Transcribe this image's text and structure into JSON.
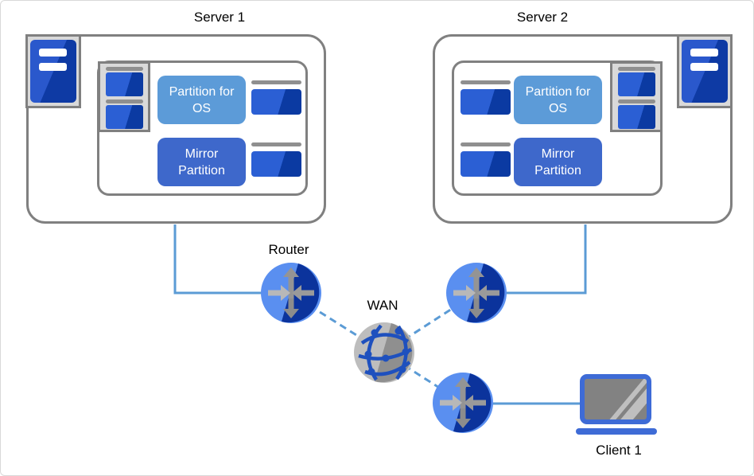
{
  "diagram": {
    "server1": {
      "title": "Server 1",
      "os_partition": "Partition for OS",
      "mirror_partition": "Mirror Partition"
    },
    "server2": {
      "title": "Server 2",
      "os_partition": "Partition for OS",
      "mirror_partition": "Mirror Partition"
    },
    "router_label": "Router",
    "wan_label": "WAN",
    "client_label": "Client 1",
    "colors": {
      "connector": "#5B9BD5",
      "box_border": "#808080",
      "tray_fill": "#D9D9D9",
      "os_partition": "#5C9BD8",
      "mirror_partition": "#3E68CB",
      "disk_light": "#2B5FD4",
      "disk_dark": "#0B3AA2",
      "tower_light": "#2A58CC",
      "tower_dark": "#0E3AA4",
      "router_light": "#5A8FF0",
      "router_dark": "#0B339C",
      "globe_light": "#BDBDBD",
      "globe_dark": "#8F8F8F",
      "globe_lines": "#1E50BE",
      "laptop_blue": "#3E6BD6",
      "screen_gray": "#828282"
    }
  }
}
